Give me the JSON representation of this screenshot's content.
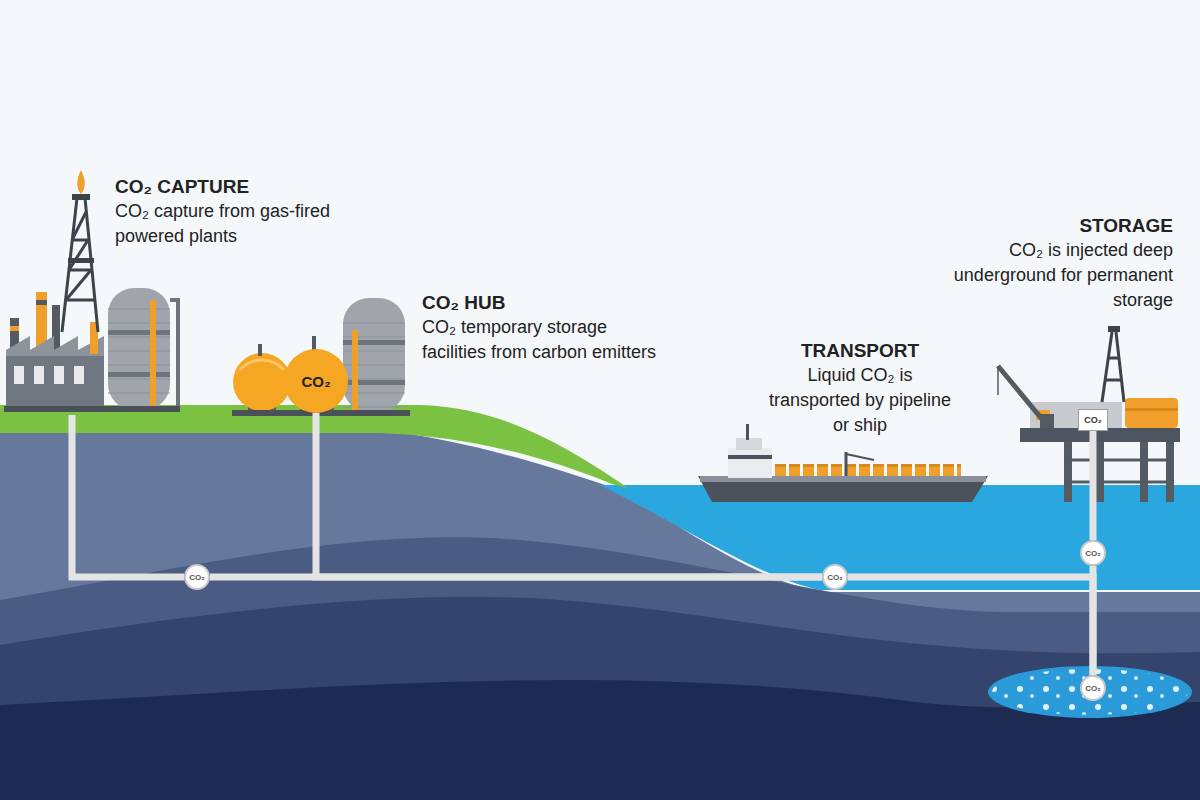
{
  "diagram": {
    "nodes": [
      {
        "text": [
          "CO₂ CAPTURE",
          "CO₂ capture from gas-fired powered plants"
        ]
      },
      {
        "text": [
          "CO₂ HUB",
          "CO₂ temporary storage facilities from carbon emitters"
        ]
      },
      {
        "text": [
          "CO₂"
        ]
      },
      {
        "text": [
          "TRANSPORT",
          "Liquid CO₂ is transported by pipeline or ship"
        ]
      },
      {
        "text": [
          "STORAGE",
          "CO₂ is injected deep underground for permanent storage"
        ]
      },
      {
        "text": [
          "CO₂"
        ]
      },
      {
        "text": [
          "CO₂"
        ]
      },
      {
        "text": [
          "CO₂"
        ]
      },
      {
        "text": [
          "CO₂"
        ]
      },
      {
        "text": [
          "CO₂"
        ]
      }
    ],
    "edges": [
      {
        "from": 0,
        "to": 6,
        "arrow": "none"
      },
      {
        "from": 6,
        "to": 7,
        "arrow": "none"
      },
      {
        "from": 2,
        "to": 7,
        "arrow": "none"
      },
      {
        "from": 7,
        "to": 9,
        "arrow": "none"
      },
      {
        "from": 5,
        "to": 8,
        "arrow": "none"
      },
      {
        "from": 8,
        "to": 9,
        "arrow": "none"
      }
    ]
  }
}
